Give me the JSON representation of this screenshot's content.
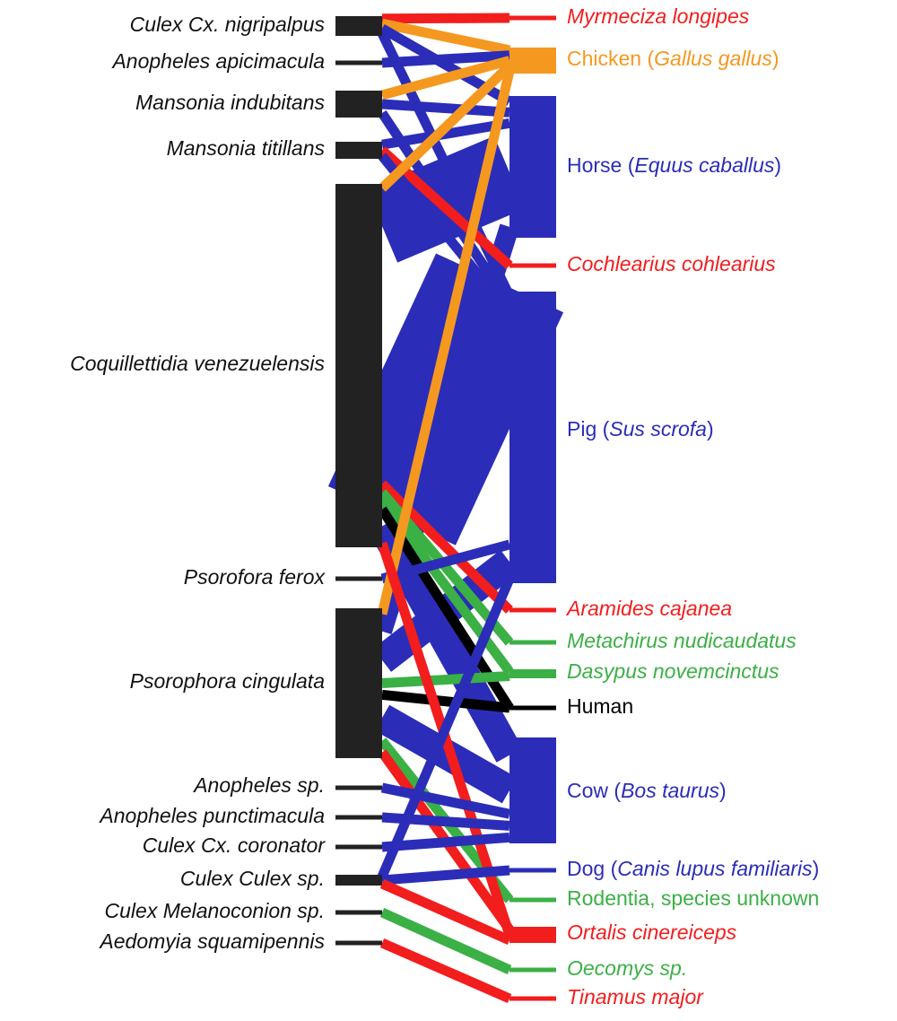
{
  "colors": {
    "bird": "#f21d1d",
    "poultry": "#f5981f",
    "livestock": "#2b2db8",
    "wild_mammal": "#3bb045",
    "human": "#000000",
    "mosquito_bar": "#222222"
  },
  "mosquitoes": [
    {
      "id": "m0",
      "name": "Culex Cx. nigripalpus"
    },
    {
      "id": "m1",
      "name": "Anopheles apicimacula"
    },
    {
      "id": "m2",
      "name": "Mansonia indubitans"
    },
    {
      "id": "m3",
      "name": "Mansonia titillans"
    },
    {
      "id": "m4",
      "name": "Coquillettidia venezuelensis"
    },
    {
      "id": "m5",
      "name": "Psorofora ferox"
    },
    {
      "id": "m6",
      "name": "Psorophora cingulata"
    },
    {
      "id": "m7",
      "name": "Anopheles sp."
    },
    {
      "id": "m8",
      "name": "Anopheles punctimacula"
    },
    {
      "id": "m9",
      "name": "Culex Cx. coronator"
    },
    {
      "id": "m10",
      "name": "Culex Culex sp."
    },
    {
      "id": "m11",
      "name": "Culex Melanoconion sp."
    },
    {
      "id": "m12",
      "name": "Aedomyia squamipennis"
    }
  ],
  "hosts": [
    {
      "id": "h0",
      "group": "bird",
      "parts": [
        {
          "t": "Myrmeciza longipes",
          "i": true
        }
      ]
    },
    {
      "id": "h1",
      "group": "poultry",
      "parts": [
        {
          "t": "Chicken (",
          "i": false
        },
        {
          "t": "Gallus gallus",
          "i": true
        },
        {
          "t": ")",
          "i": false
        }
      ]
    },
    {
      "id": "h2",
      "group": "livestock",
      "parts": [
        {
          "t": "Horse (",
          "i": false
        },
        {
          "t": "Equus caballus",
          "i": true
        },
        {
          "t": ")",
          "i": false
        }
      ]
    },
    {
      "id": "h3",
      "group": "bird",
      "parts": [
        {
          "t": "Cochlearius cohlearius",
          "i": true
        }
      ]
    },
    {
      "id": "h4",
      "group": "livestock",
      "parts": [
        {
          "t": "Pig (",
          "i": false
        },
        {
          "t": "Sus scrofa",
          "i": true
        },
        {
          "t": ")",
          "i": false
        }
      ]
    },
    {
      "id": "h5",
      "group": "bird",
      "parts": [
        {
          "t": "Aramides cajanea",
          "i": true
        }
      ]
    },
    {
      "id": "h6",
      "group": "wild_mammal",
      "parts": [
        {
          "t": "Metachirus nudicaudatus",
          "i": true
        }
      ]
    },
    {
      "id": "h7",
      "group": "wild_mammal",
      "parts": [
        {
          "t": "Dasypus novemcinctus",
          "i": true
        }
      ]
    },
    {
      "id": "h8",
      "group": "human",
      "parts": [
        {
          "t": "Human",
          "i": false
        }
      ]
    },
    {
      "id": "h9",
      "group": "livestock",
      "parts": [
        {
          "t": "Cow (",
          "i": false
        },
        {
          "t": "Bos taurus",
          "i": true
        },
        {
          "t": ")",
          "i": false
        }
      ]
    },
    {
      "id": "h10",
      "group": "livestock",
      "parts": [
        {
          "t": "Dog (",
          "i": false
        },
        {
          "t": "Canis lupus familiaris",
          "i": true
        },
        {
          "t": ")",
          "i": false
        }
      ]
    },
    {
      "id": "h11",
      "group": "wild_mammal",
      "parts": [
        {
          "t": "Rodentia, species unknown",
          "i": false
        }
      ]
    },
    {
      "id": "h12",
      "group": "bird",
      "parts": [
        {
          "t": "Ortalis cinereiceps",
          "i": true
        }
      ]
    },
    {
      "id": "h13",
      "group": "wild_mammal",
      "parts": [
        {
          "t": "Oecomys sp.",
          "i": true
        }
      ]
    },
    {
      "id": "h14",
      "group": "bird",
      "parts": [
        {
          "t": "Tinamus major",
          "i": true
        }
      ]
    }
  ],
  "links": [
    {
      "from": "m0",
      "to": "h0",
      "weight": 1,
      "group": "bird"
    },
    {
      "from": "m0",
      "to": "h1",
      "weight": 1,
      "group": "poultry"
    },
    {
      "from": "m0",
      "to": "h2",
      "weight": 1,
      "group": "livestock"
    },
    {
      "from": "m0",
      "to": "h4",
      "weight": 1,
      "group": "livestock"
    },
    {
      "from": "m1",
      "to": "h1",
      "weight": 1,
      "group": "livestock"
    },
    {
      "from": "m2",
      "to": "h1",
      "weight": 1,
      "group": "poultry"
    },
    {
      "from": "m2",
      "to": "h2",
      "weight": 1,
      "group": "livestock"
    },
    {
      "from": "m2",
      "to": "h4",
      "weight": 1,
      "group": "livestock"
    },
    {
      "from": "m3",
      "to": "h2",
      "weight": 1,
      "group": "livestock"
    },
    {
      "from": "m3",
      "to": "h3",
      "weight": 1,
      "group": "bird"
    },
    {
      "from": "m3",
      "to": "h4",
      "weight": 1,
      "group": "livestock"
    },
    {
      "from": "m4",
      "to": "h1",
      "weight": 1,
      "group": "poultry"
    },
    {
      "from": "m4",
      "to": "h2",
      "weight": 8,
      "group": "livestock"
    },
    {
      "from": "m4",
      "to": "h4",
      "weight": 26,
      "group": "livestock"
    },
    {
      "from": "m4",
      "to": "h5",
      "weight": 1,
      "group": "bird"
    },
    {
      "from": "m4",
      "to": "h6",
      "weight": 1,
      "group": "wild_mammal"
    },
    {
      "from": "m4",
      "to": "h7",
      "weight": 1,
      "group": "wild_mammal"
    },
    {
      "from": "m4",
      "to": "h8",
      "weight": 1,
      "group": "human"
    },
    {
      "from": "m4",
      "to": "h9",
      "weight": 3,
      "group": "livestock"
    },
    {
      "from": "m5",
      "to": "h4",
      "weight": 1,
      "group": "livestock"
    },
    {
      "from": "m6",
      "to": "h1",
      "weight": 1,
      "group": "poultry"
    },
    {
      "from": "m6",
      "to": "h2",
      "weight": 2,
      "group": "livestock"
    },
    {
      "from": "m6",
      "to": "h4",
      "weight": 3,
      "group": "livestock"
    },
    {
      "from": "m6",
      "to": "h7",
      "weight": 1,
      "group": "wild_mammal"
    },
    {
      "from": "m6",
      "to": "h8",
      "weight": 1,
      "group": "human"
    },
    {
      "from": "m6",
      "to": "h9",
      "weight": 3,
      "group": "livestock"
    },
    {
      "from": "m6",
      "to": "h11",
      "weight": 1,
      "group": "wild_mammal"
    },
    {
      "from": "m6",
      "to": "h12",
      "weight": 1,
      "group": "bird"
    },
    {
      "from": "m4",
      "to": "h12",
      "weight": 1,
      "group": "bird"
    },
    {
      "from": "m7",
      "to": "h9",
      "weight": 1,
      "group": "livestock"
    },
    {
      "from": "m8",
      "to": "h9",
      "weight": 1,
      "group": "livestock"
    },
    {
      "from": "m9",
      "to": "h9",
      "weight": 1,
      "group": "livestock"
    },
    {
      "from": "m10",
      "to": "h4",
      "weight": 1,
      "group": "livestock"
    },
    {
      "from": "m10",
      "to": "h10",
      "weight": 1,
      "group": "livestock"
    },
    {
      "from": "m10",
      "to": "h12",
      "weight": 1,
      "group": "bird"
    },
    {
      "from": "m11",
      "to": "h13",
      "weight": 1,
      "group": "wild_mammal"
    },
    {
      "from": "m12",
      "to": "h14",
      "weight": 1,
      "group": "bird"
    }
  ]
}
